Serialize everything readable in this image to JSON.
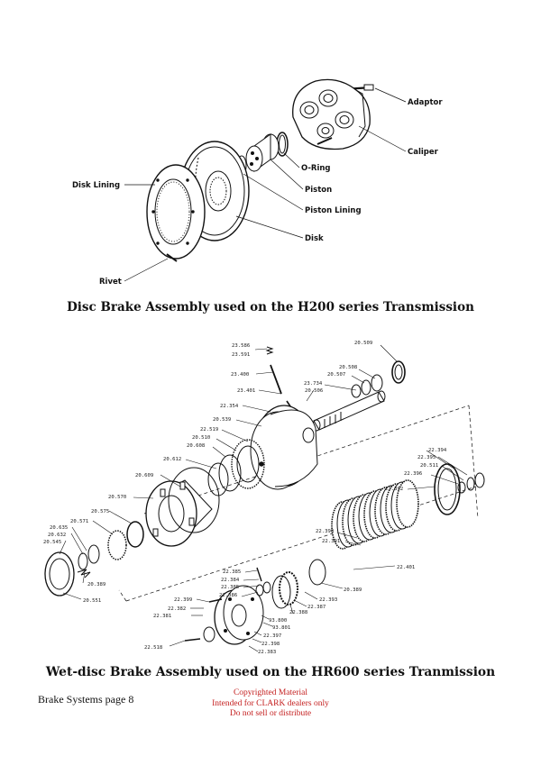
{
  "figure1": {
    "labels": {
      "adaptor": "Adaptor",
      "caliper": "Caliper",
      "o_ring": "O-Ring",
      "piston": "Piston",
      "piston_lining": "Piston Lining",
      "disk": "Disk",
      "disk_lining": "Disk Lining",
      "rivet": "Rivet"
    },
    "caption": "Disc Brake Assembly used on the H200 series Transmission"
  },
  "figure2": {
    "part_numbers": {
      "p23586": "23.586",
      "p23591": "23.591",
      "p20509": "20.509",
      "p20508": "20.508",
      "p20507": "20.507",
      "p23400": "23.400",
      "p23734": "23.734",
      "p20506": "20.506",
      "p23401": "23.401",
      "p22354": "22.354",
      "p20539": "20.539",
      "p22519": "22.519",
      "p20510": "20.510",
      "p20608": "20.608",
      "p20612": "20.612",
      "p22394": "22.394",
      "p22395": "22.395",
      "p20511": "20.511",
      "p22396": "22.396",
      "p20609": "20.609",
      "p22392": "22.392",
      "p20570": "20.570",
      "p20575": "20.575",
      "p20571": "20.571",
      "p20635": "20.635",
      "p20632": "20.632",
      "p20545": "20.545",
      "p22390": "22.390",
      "p22391": "22.391",
      "p22401": "22.401",
      "p20389a": "20.389",
      "p20551": "20.551",
      "p22385a": "22.385",
      "p22384": "22.384",
      "p22385b": "22.385",
      "p22386": "22.386",
      "p20389b": "20.389",
      "p22393": "22.393",
      "p22387": "22.387",
      "p22388": "22.388",
      "p22399": "22.399",
      "p22382": "22.382",
      "p22381": "22.381",
      "p93800": "93.800",
      "p93801": "93.801",
      "p22397": "22.397",
      "p22398": "22.398",
      "p22383": "22.383",
      "p22518": "22.518"
    },
    "caption": "Wet-disc Brake Assembly used on the HR600 series Tranmission"
  },
  "footer": {
    "page_label": "Brake Systems page 8",
    "copyright_line1": "Copyrighted Material",
    "copyright_line2": "Intended for CLARK dealers only",
    "copyright_line3": "Do not sell or distribute",
    "copyright_color": "#c41e1e"
  }
}
